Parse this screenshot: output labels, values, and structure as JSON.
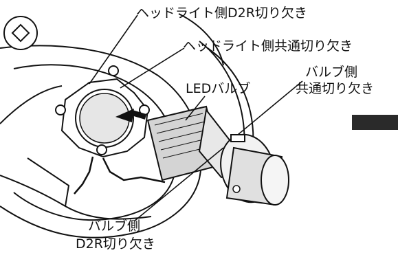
{
  "labels": {
    "headlight_d2r_notch": "ヘッドライト側D2R切り欠き",
    "headlight_common_notch": "ヘッドライト側共通切り欠き",
    "bulb_side_common_line1": "バルブ側",
    "bulb_side_common_line2": "共通切り欠き",
    "led_bulb": "LEDバルブ",
    "bulb_side_d2r_line1": "バルブ側",
    "bulb_side_d2r_line2": "D2R切り欠き"
  },
  "colors": {
    "line": "#111111",
    "background": "#ffffff",
    "shading": "#cfcfcf",
    "tab_mark": "#2a2a2a"
  }
}
